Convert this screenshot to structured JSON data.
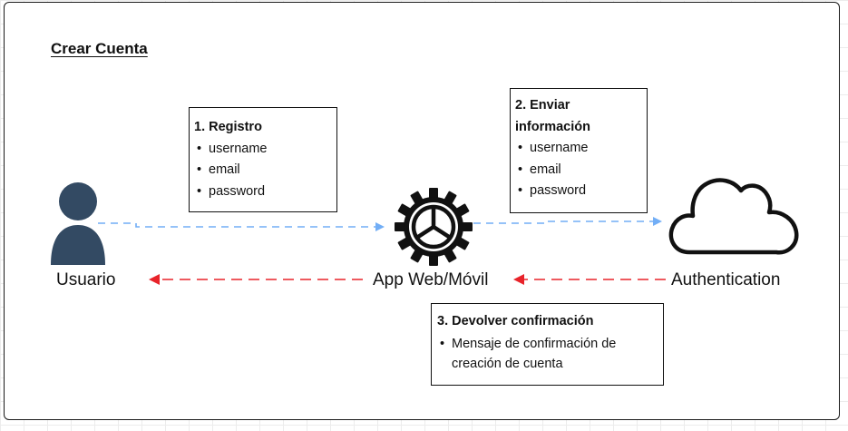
{
  "diagram": {
    "title": "Crear Cuenta",
    "nodes": {
      "user": {
        "label": "Usuario",
        "icon": "user-icon"
      },
      "app": {
        "label": "App Web/Móvil",
        "icon": "gear-icon"
      },
      "auth": {
        "label": "Authentication",
        "icon": "cloud-icon"
      }
    },
    "steps": [
      {
        "title": "1. Registro",
        "items": [
          "username",
          "email",
          "password"
        ]
      },
      {
        "title": "2. Enviar información",
        "title_lines": [
          "2. Enviar",
          "información"
        ],
        "items": [
          "username",
          "email",
          "password"
        ]
      },
      {
        "title": "3. Devolver confirmación",
        "items": [
          "Mensaje de confirmación de creación de cuenta"
        ]
      }
    ],
    "arrows": [
      {
        "from": "Usuario",
        "to": "App Web/Móvil",
        "style": "dashed",
        "color": "#72aef6"
      },
      {
        "from": "App Web/Móvil",
        "to": "Authentication",
        "style": "dashed",
        "color": "#72aef6"
      },
      {
        "from": "Authentication",
        "to": "App Web/Móvil",
        "style": "dashed",
        "color": "#e8232a"
      },
      {
        "from": "App Web/Móvil",
        "to": "Usuario",
        "style": "dashed",
        "color": "#e8232a"
      }
    ],
    "colors": {
      "user_icon": "#334a63",
      "request_arrow": "#72aef6",
      "response_arrow": "#e8232a"
    }
  }
}
